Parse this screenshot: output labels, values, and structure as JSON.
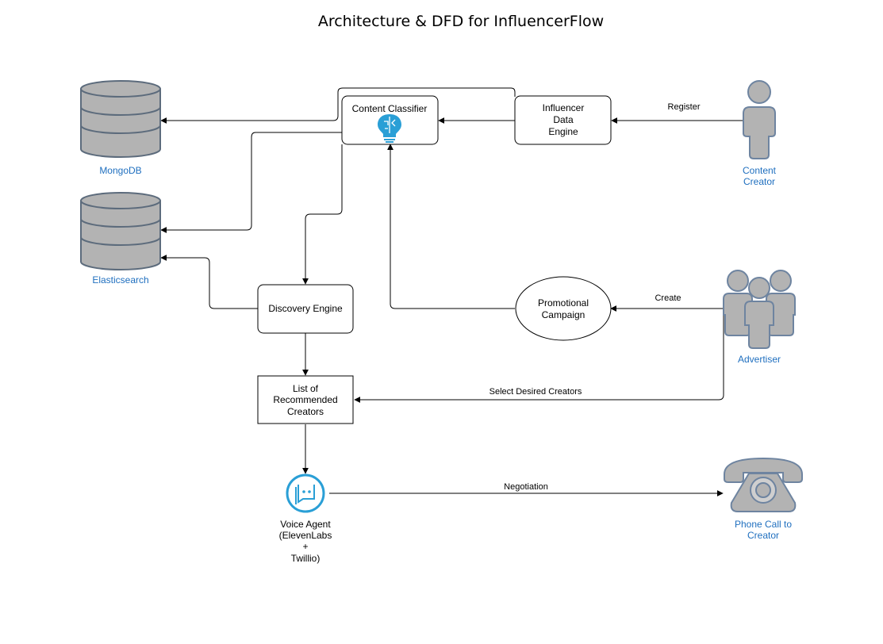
{
  "title": "Architecture & DFD for InfluencerFlow",
  "nodes": {
    "mongodb": "MongoDB",
    "elasticsearch": "Elasticsearch",
    "content_classifier": "Content Classifier",
    "influencer_data_engine": [
      "Influencer",
      "Data",
      "Engine"
    ],
    "content_creator": [
      "Content",
      "Creator"
    ],
    "discovery_engine": "Discovery Engine",
    "promotional_campaign": [
      "Promotional",
      "Campaign"
    ],
    "advertiser": "Advertiser",
    "recommended_creators": [
      "List of",
      "Recommended",
      "Creators"
    ],
    "voice_agent": [
      "Voice Agent",
      "(ElevenLabs",
      "+",
      "Twillio)"
    ],
    "phone_call": [
      "Phone Call to",
      "Creator"
    ]
  },
  "edges": {
    "register": "Register",
    "create": "Create",
    "select_desired_creators": "Select Desired Creators",
    "negotiation": "Negotiation"
  },
  "colors": {
    "label_blue": "#1f6fbf",
    "shape_gray": "#b3b3b3",
    "shape_outline": "#5c6b7c",
    "icon_blue": "#2a9fd6"
  },
  "icons": {
    "content_classifier": "brain-lightbulb-icon",
    "voice_agent": "chat-bot-icon",
    "phone_call": "telephone-icon"
  }
}
